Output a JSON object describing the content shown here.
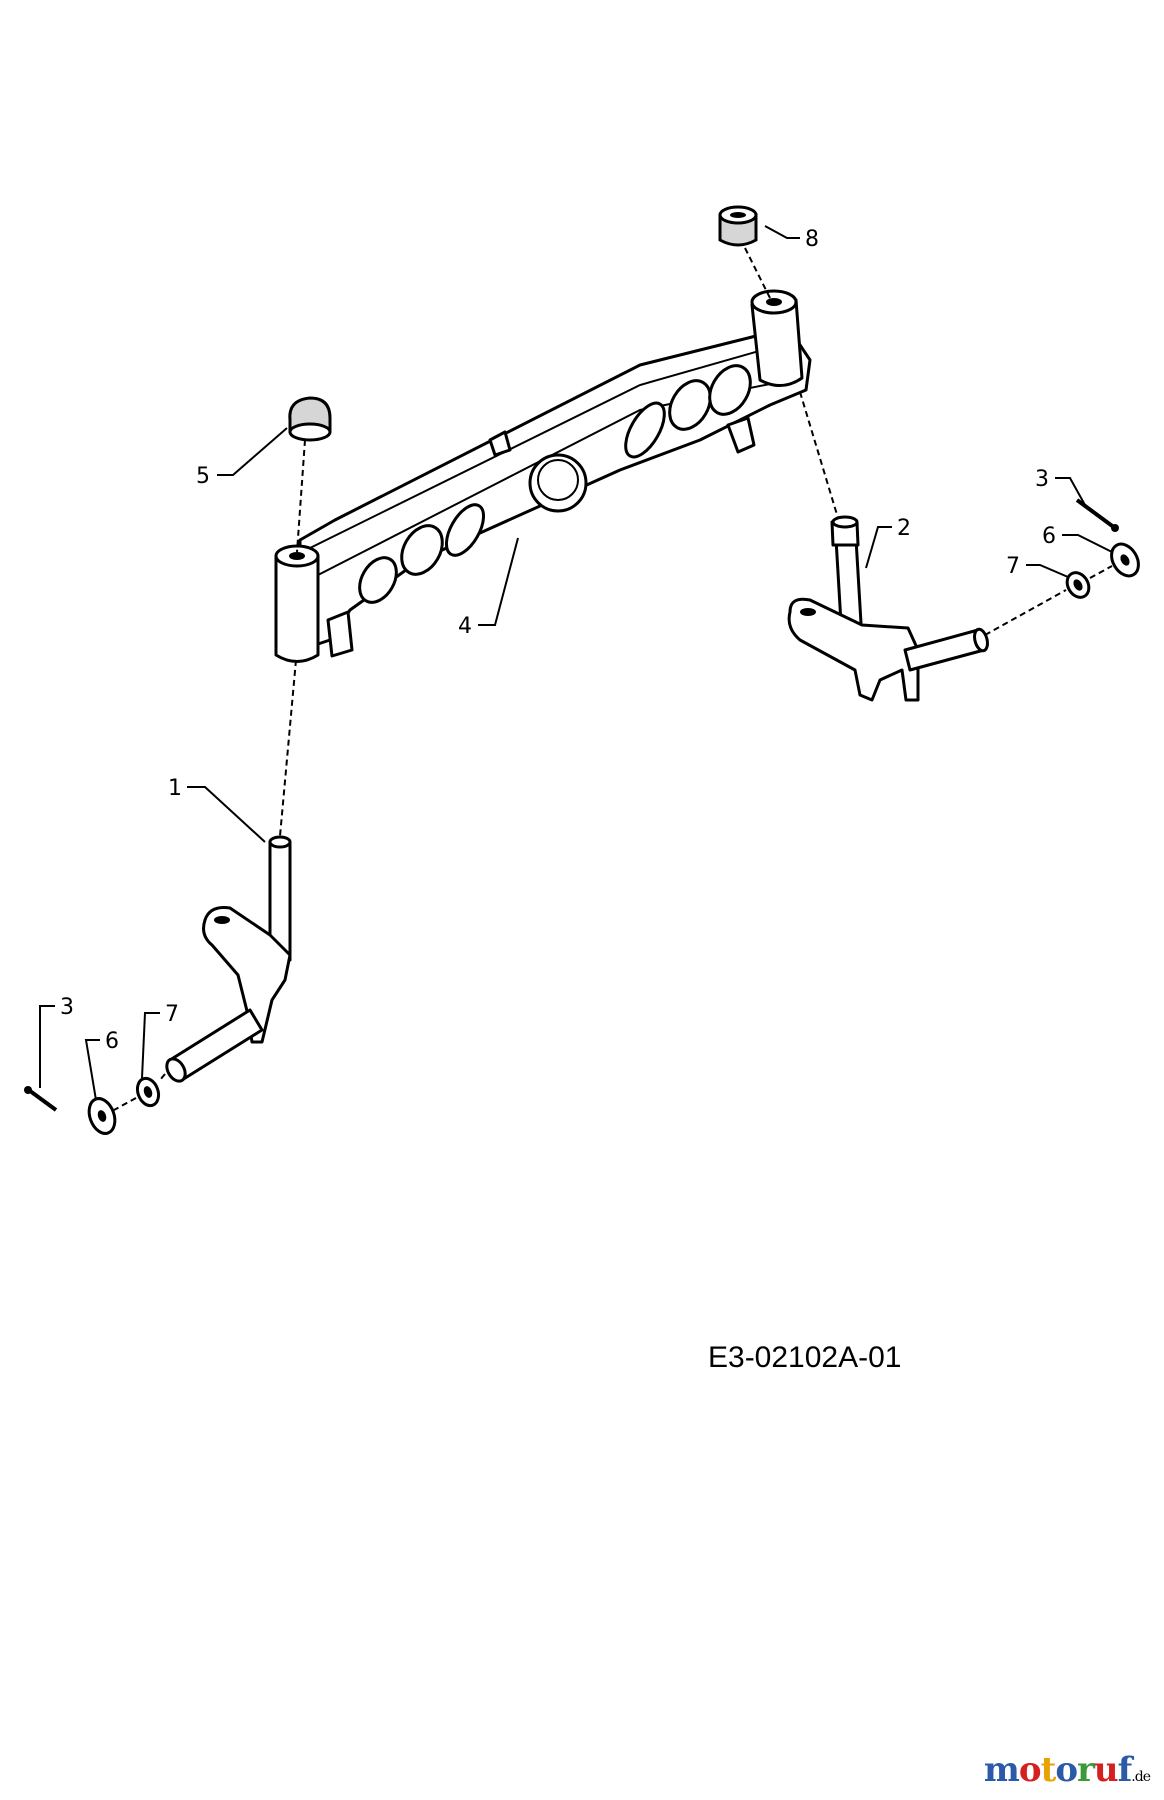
{
  "diagram": {
    "drawing_code": "E3-02102A-01",
    "callouts": {
      "left_spindle": "1",
      "right_spindle": "2",
      "cotter_pin_right": "3",
      "cotter_pin_left": "3",
      "front_axle": "4",
      "cap_left": "5",
      "washer_right": "6",
      "washer_left": "6",
      "spacer_right": "7",
      "spacer_left": "7",
      "bushing": "8"
    }
  },
  "watermark": {
    "text": "motoruf",
    "suffix": ".de",
    "colors": [
      "#2a5aa8",
      "#d62020",
      "#e8a300",
      "#2a5aa8",
      "#3a9a3a",
      "#d62020",
      "#2a5aa8"
    ]
  }
}
